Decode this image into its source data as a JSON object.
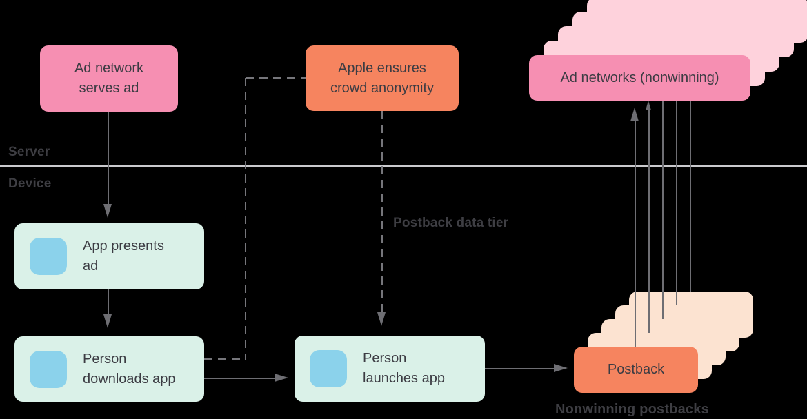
{
  "labels": {
    "server": "Server",
    "device": "Device",
    "postback_data_tier": "Postback data tier",
    "nonwinning_postbacks": "Nonwinning postbacks"
  },
  "nodes": {
    "ad_network_serves_ad": {
      "line1": "Ad network",
      "line2": "serves ad"
    },
    "apple_ensures_crowd_anonymity": {
      "line1": "Apple ensures",
      "line2": "crowd anonymity"
    },
    "ad_networks_nonwinning": {
      "label": "Ad networks (nonwinning)"
    },
    "app_presents_ad": {
      "line1": "App presents",
      "line2": "ad"
    },
    "person_downloads_app": {
      "line1": "Person",
      "line2": "downloads app"
    },
    "person_launches_app": {
      "line1": "Person",
      "line2": "launches app"
    },
    "postback": {
      "label": "Postback"
    }
  },
  "stacks": {
    "nonwinning_ad_networks_cards": 4,
    "nonwinning_postback_cards": 4
  },
  "colors": {
    "background": "#000000",
    "pink": "#F68FB2",
    "light_pink": "#FED2DC",
    "orange": "#F6845F",
    "peach": "#FCE3D1",
    "teal": "#DAF1E8",
    "icon_blue": "#8BD2EB",
    "box_text": "#3C3C43",
    "label_gray": "#3E3E43",
    "line_gray": "#6E6E73",
    "dash_gray": "#76767B",
    "divider_gray": "#CACACE"
  }
}
